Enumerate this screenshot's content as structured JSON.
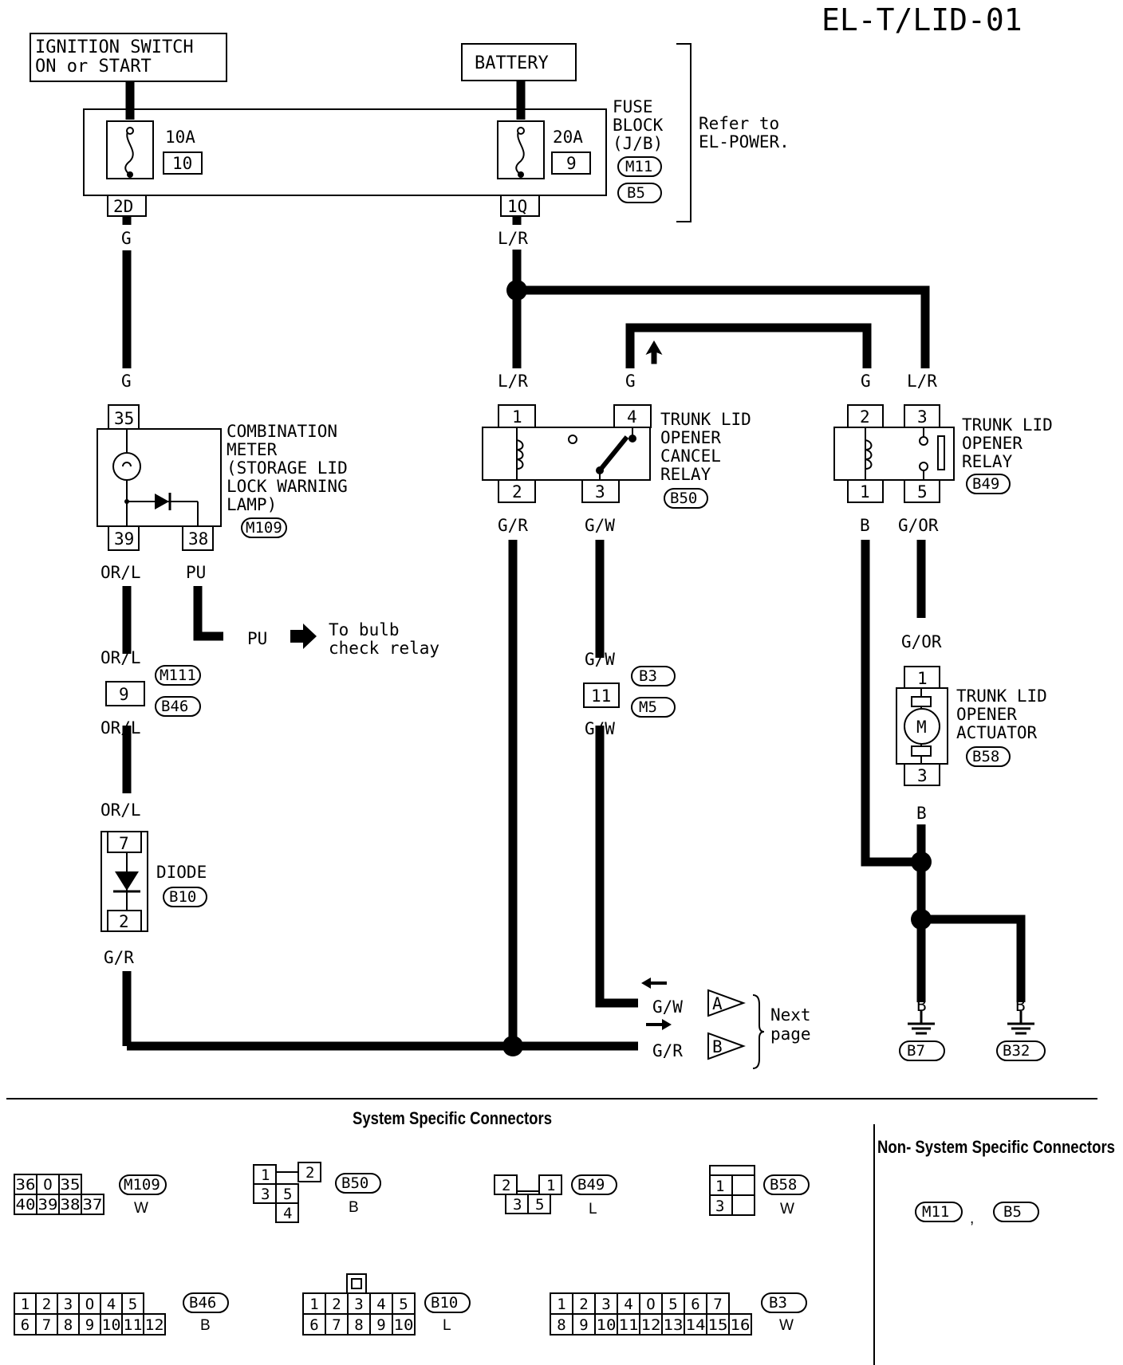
{
  "page_id": "EL-T/LID-01",
  "sources": {
    "ignition": "IGNITION SWITCH\nON or START",
    "battery": "BATTERY"
  },
  "fuse_block": {
    "label": "FUSE\nBLOCK\n(J/B)",
    "connectors": [
      "M11",
      "B5"
    ],
    "refer": "Refer to\nEL-POWER.",
    "fuses": [
      {
        "amps": "10A",
        "number": "10",
        "terminal": "2D"
      },
      {
        "amps": "20A",
        "number": "9",
        "terminal": "1Q"
      }
    ]
  },
  "wires": {
    "g1": "G",
    "g2": "G",
    "lr1": "L/R",
    "lr2": "L/R",
    "lr3": "L/R",
    "g3": "G",
    "g4": "G",
    "gr1": "G/R",
    "gw1": "G/W",
    "b1": "B",
    "gor1": "G/OR",
    "orl1": "OR/L",
    "pu1": "PU",
    "pu2": "PU",
    "orl2": "OR/L",
    "orl3": "OR/L",
    "orl4": "OR/L",
    "gr2": "G/R",
    "gw2": "G/W",
    "gw3": "G/W",
    "gor2": "G/OR",
    "b2": "B",
    "b3": "B",
    "b4": "B",
    "gw4": "G/W",
    "gr3": "G/R"
  },
  "components": {
    "meter": {
      "label": "COMBINATION\nMETER\n(STORAGE LID\nLOCK WARNING\nLAMP)",
      "connector": "M109",
      "pins": [
        "35",
        "39",
        "38"
      ]
    },
    "cancel_relay": {
      "label": "TRUNK LID\nOPENER\nCANCEL\nRELAY",
      "connector": "B50",
      "pins": [
        "1",
        "4",
        "2",
        "3"
      ]
    },
    "opener_relay": {
      "label": "TRUNK LID\nOPENER\nRELAY",
      "connector": "B49",
      "pins": [
        "2",
        "3",
        "1",
        "5"
      ]
    },
    "actuator": {
      "label": "TRUNK LID\nOPENER\nACTUATOR",
      "connector": "B58",
      "pins": [
        "1",
        "3"
      ],
      "motor": "M"
    },
    "diode": {
      "label": "DIODE",
      "connector": "B10",
      "pins": [
        "7",
        "2"
      ]
    },
    "joint1": {
      "pin": "9",
      "connectors": [
        "M111",
        "B46"
      ]
    },
    "joint2": {
      "pin": "11",
      "connectors": [
        "B3",
        "M5"
      ]
    }
  },
  "bulb_check": "To bulb\ncheck relay",
  "next_page": {
    "label": "Next\npage",
    "A": "A",
    "B": "B"
  },
  "grounds": [
    "B7",
    "B32"
  ],
  "connectors_section": {
    "system_title": "System Specific Connectors",
    "non_system_title": "Non- System Specific Connectors",
    "non_system": [
      "M11",
      "B5"
    ],
    "sep": ",",
    "items": {
      "m109": {
        "id": "M109",
        "color": "W",
        "rows": [
          [
            "36",
            "O",
            "35"
          ],
          [
            "40",
            "39",
            "38",
            "37"
          ]
        ]
      },
      "b50": {
        "id": "B50",
        "color": "B",
        "pins": [
          "1",
          "2",
          "3",
          "5",
          "4"
        ]
      },
      "b49": {
        "id": "B49",
        "color": "L",
        "pins": [
          "2",
          "1",
          "3",
          "5"
        ]
      },
      "b58": {
        "id": "B58",
        "color": "W",
        "pins": [
          "1",
          "3"
        ]
      },
      "b46": {
        "id": "B46",
        "color": "B",
        "rows": [
          [
            "1",
            "2",
            "3",
            "O",
            "4",
            "5"
          ],
          [
            "6",
            "7",
            "8",
            "9",
            "10",
            "11",
            "12"
          ]
        ]
      },
      "b10": {
        "id": "B10",
        "color": "L",
        "rows": [
          [
            "1",
            "2",
            "3",
            "4",
            "5"
          ],
          [
            "6",
            "7",
            "8",
            "9",
            "10"
          ]
        ]
      },
      "b3": {
        "id": "B3",
        "color": "W",
        "rows": [
          [
            "1",
            "2",
            "3",
            "4",
            "O",
            "5",
            "6",
            "7"
          ],
          [
            "8",
            "9",
            "10",
            "11",
            "12",
            "13",
            "14",
            "15",
            "16"
          ]
        ]
      }
    }
  }
}
